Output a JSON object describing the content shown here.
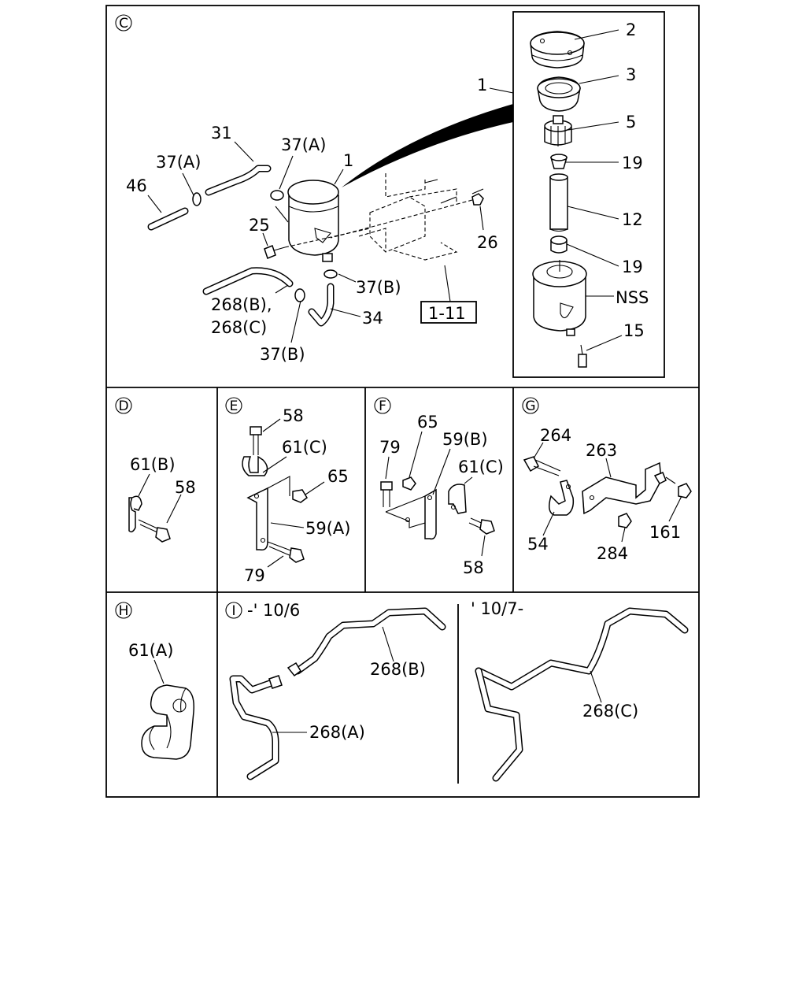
{
  "sections": {
    "c": "C",
    "d": "D",
    "e": "E",
    "f": "F",
    "g": "G",
    "h": "H",
    "i": "I"
  },
  "date_ranges": {
    "i_left": "-' 10/6",
    "i_right": "' 10/7-"
  },
  "labels": {
    "c": {
      "p2": "2",
      "p3": "3",
      "p5": "5",
      "p19a": "19",
      "p12": "12",
      "p19b": "19",
      "nss": "NSS",
      "p15": "15",
      "p1_right": "1",
      "p1_tank": "1",
      "p31": "31",
      "p37a_top": "37(A)",
      "p37a_left": "37(A)",
      "p46": "46",
      "p25": "25",
      "p26": "26",
      "p37b_right": "37(B)",
      "p268bc_1": "268(B),",
      "p268bc_2": "268(C)",
      "p34": "34",
      "p37b_bottom": "37(B)",
      "ref": "1-11"
    },
    "d": {
      "p61b": "61(B)",
      "p58": "58"
    },
    "e": {
      "p58": "58",
      "p61c": "61(C)",
      "p65": "65",
      "p59a": "59(A)",
      "p79": "79"
    },
    "f": {
      "p65": "65",
      "p59b": "59(B)",
      "p79": "79",
      "p61c": "61(C)",
      "p58": "58"
    },
    "g": {
      "p264": "264",
      "p263": "263",
      "p54": "54",
      "p284": "284",
      "p161": "161"
    },
    "h": {
      "p61a": "61(A)"
    },
    "i": {
      "p268b": "268(B)",
      "p268a": "268(A)",
      "p268c": "268(C)"
    }
  }
}
